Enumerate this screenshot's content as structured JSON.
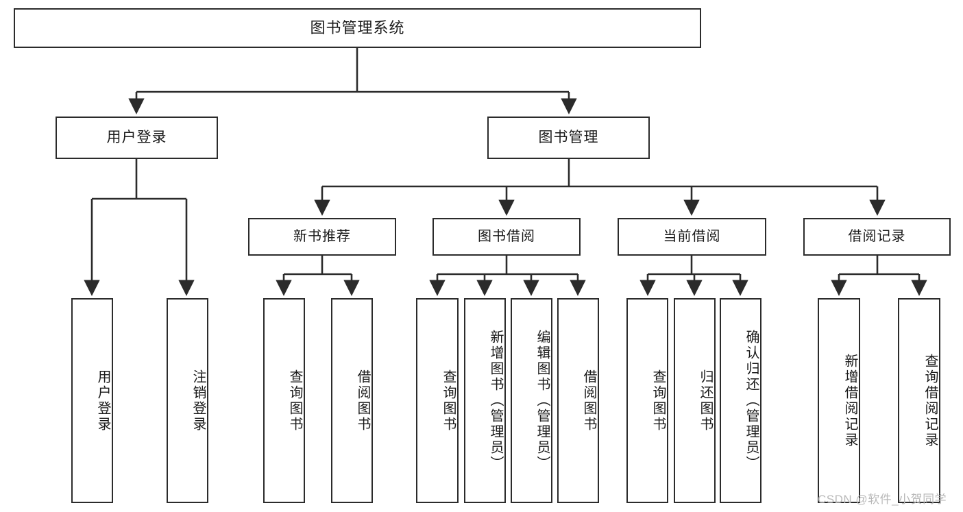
{
  "diagram": {
    "title": "图书管理系统",
    "type": "tree-hierarchy-chart",
    "root": {
      "label": "图书管理系统"
    },
    "level2": [
      {
        "label": "用户登录"
      },
      {
        "label": "图书管理"
      }
    ],
    "level3": [
      {
        "label": "新书推荐"
      },
      {
        "label": "图书借阅"
      },
      {
        "label": "当前借阅"
      },
      {
        "label": "借阅记录"
      }
    ],
    "leaves": {
      "user_login": [
        {
          "label": "用户登录"
        },
        {
          "label": "注销登录"
        }
      ],
      "new_book_recommend": [
        {
          "label": "查询图书"
        },
        {
          "label": "借阅图书"
        }
      ],
      "book_borrow": [
        {
          "label": "查询图书"
        },
        {
          "label": "新增图书（管理员）"
        },
        {
          "label": "编辑图书（管理员）"
        },
        {
          "label": "借阅图书"
        }
      ],
      "current_borrow": [
        {
          "label": "查询图书"
        },
        {
          "label": "归还图书"
        },
        {
          "label": "确认归还（管理员）"
        }
      ],
      "borrow_record": [
        {
          "label": "新增借阅记录"
        },
        {
          "label": "查询借阅记录"
        }
      ]
    }
  },
  "watermark": {
    "text": "CSDN @软件_小贺同学"
  },
  "colors": {
    "box_border": "#2b2b2b",
    "text": "#1a1a1a",
    "background": "#ffffff",
    "watermark": "#b9b9b9"
  }
}
